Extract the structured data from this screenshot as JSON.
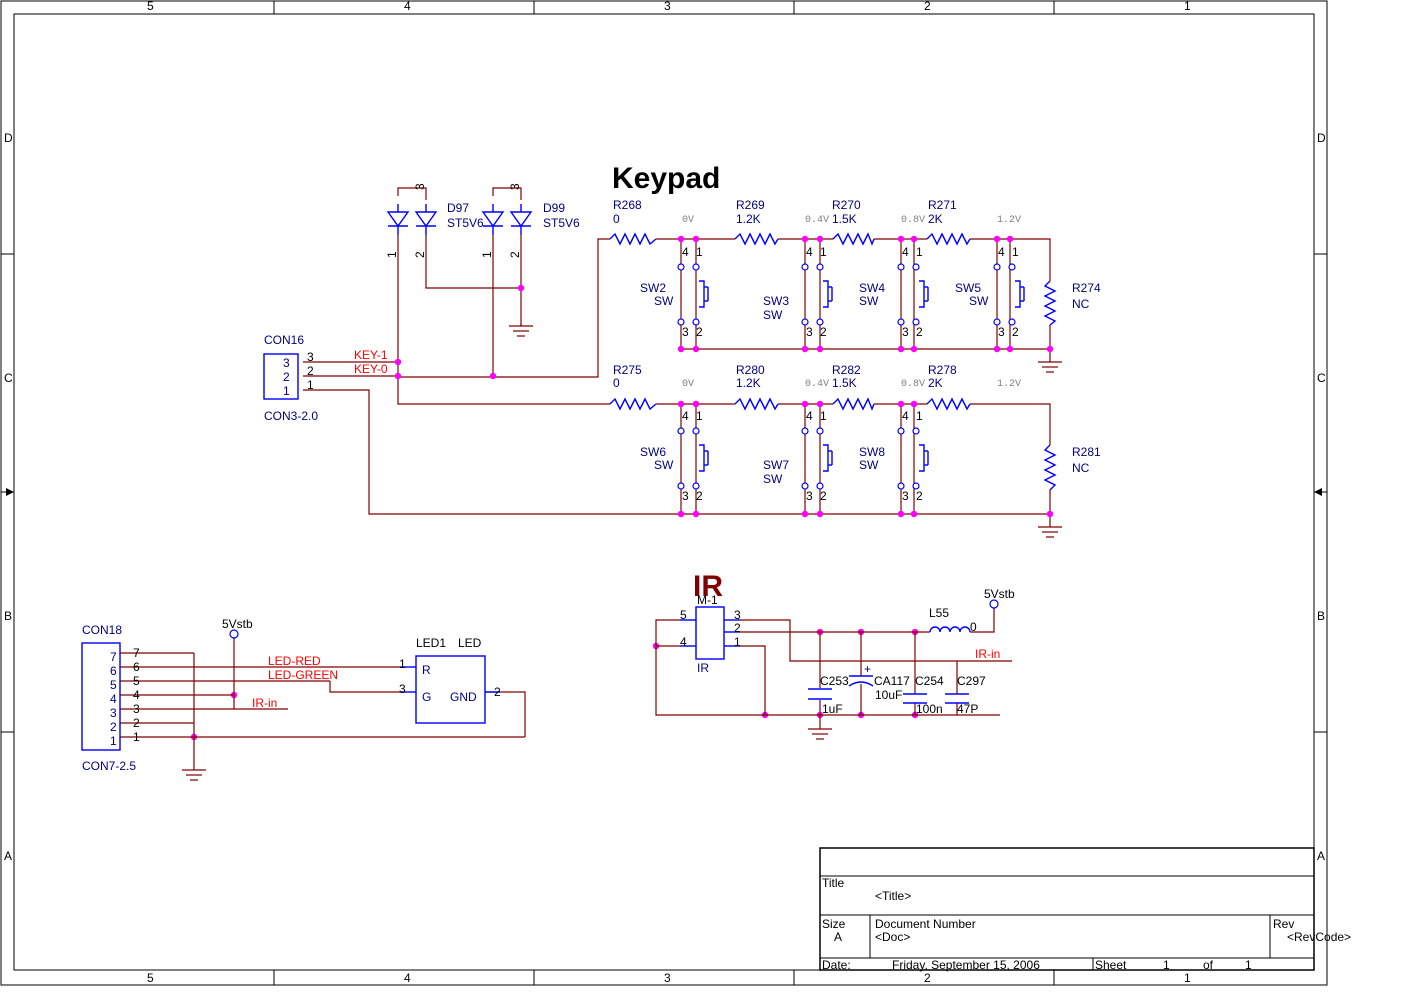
{
  "border": {
    "top_cols": [
      "5",
      "4",
      "3",
      "2",
      "1"
    ],
    "bottom_cols": [
      "5",
      "4",
      "3",
      "2",
      "1"
    ],
    "rows": [
      "D",
      "C",
      "B",
      "A"
    ]
  },
  "sections": {
    "keypad_title": "Keypad",
    "ir_title": "IR"
  },
  "diodes": {
    "d97": {
      "ref": "D97",
      "value": "ST5V6",
      "pins": [
        "3",
        "1",
        "2"
      ]
    },
    "d99": {
      "ref": "D99",
      "value": "ST5V6",
      "pins": [
        "3",
        "1",
        "2"
      ]
    }
  },
  "con16": {
    "ref": "CON16",
    "value": "CON3-2.0",
    "pins": [
      "3",
      "2",
      "1"
    ],
    "outer_pins": [
      "3",
      "2",
      "1"
    ]
  },
  "nets": {
    "key1": "KEY-1",
    "key0": "KEY-0",
    "led_red": "LED-RED",
    "led_green": "LED-GREEN",
    "ir_in": "IR-in",
    "ir_in2": "IR-in"
  },
  "row1_resistors": [
    {
      "ref": "R268",
      "value": "0"
    },
    {
      "ref": "R269",
      "value": "1.2K"
    },
    {
      "ref": "R270",
      "value": "1.5K"
    },
    {
      "ref": "R271",
      "value": "2K"
    }
  ],
  "row1_volts": [
    "0V",
    "0.4V",
    "0.8V",
    "1.2V"
  ],
  "row2_resistors": [
    {
      "ref": "R275",
      "value": "0"
    },
    {
      "ref": "R280",
      "value": "1.2K"
    },
    {
      "ref": "R282",
      "value": "1.5K"
    },
    {
      "ref": "R278",
      "value": "2K"
    }
  ],
  "row2_volts": [
    "0V",
    "0.4V",
    "0.8V",
    "1.2V"
  ],
  "end_resistors": [
    {
      "ref": "R274",
      "value": "NC"
    },
    {
      "ref": "R281",
      "value": "NC"
    }
  ],
  "switches_row1": [
    {
      "ref": "SW2",
      "value": "SW"
    },
    {
      "ref": "SW3",
      "value": "SW"
    },
    {
      "ref": "SW4",
      "value": "SW"
    },
    {
      "ref": "SW5",
      "value": "SW"
    }
  ],
  "switches_row2": [
    {
      "ref": "SW6",
      "value": "SW"
    },
    {
      "ref": "SW7",
      "value": "SW"
    },
    {
      "ref": "SW8",
      "value": "SW"
    }
  ],
  "sw_pins": {
    "p4": "4",
    "p1": "1",
    "p3": "3",
    "p2": "2"
  },
  "con18": {
    "ref": "CON18",
    "value": "CON7-2.5",
    "pins": [
      "7",
      "6",
      "5",
      "4",
      "3",
      "2",
      "1"
    ]
  },
  "power": {
    "vstb1": "5Vstb",
    "vstb2": "5Vstb"
  },
  "led1": {
    "ref": "LED1",
    "value": "LED",
    "pin_r": "R",
    "pin_g": "G",
    "pin_gnd": "GND",
    "n1": "1",
    "n3": "3",
    "n2": "2"
  },
  "ir_module": {
    "ref": "M-1",
    "value": "IR",
    "pins": [
      "5",
      "4",
      "3",
      "2",
      "1"
    ]
  },
  "ir_parts": [
    {
      "ref": "C253",
      "value": "1uF"
    },
    {
      "ref": "CA117",
      "value": "10uF"
    },
    {
      "ref": "C254",
      "value": "100n"
    },
    {
      "ref": "C297",
      "value": "47P"
    }
  ],
  "inductor": {
    "ref": "L55",
    "value": "0"
  },
  "cap_plus": "+",
  "title_block": {
    "title_label": "Title",
    "title_value": "<Title>",
    "size_label": "Size",
    "size_value": "A",
    "docnum_label": "Document Number",
    "docnum_value": "<Doc>",
    "rev_label": "Rev",
    "rev_value": "<RevCode>",
    "date_label": "Date:",
    "date_value": "Friday, September 15, 2006",
    "sheet_label": "Sheet",
    "sheet_value": "1",
    "of_label": "of",
    "of_value": "1"
  },
  "colors": {
    "wire": "#800000",
    "part": "#0000ff",
    "junction": "#ff00ff",
    "net": "#ff0000",
    "text": "#000080"
  }
}
